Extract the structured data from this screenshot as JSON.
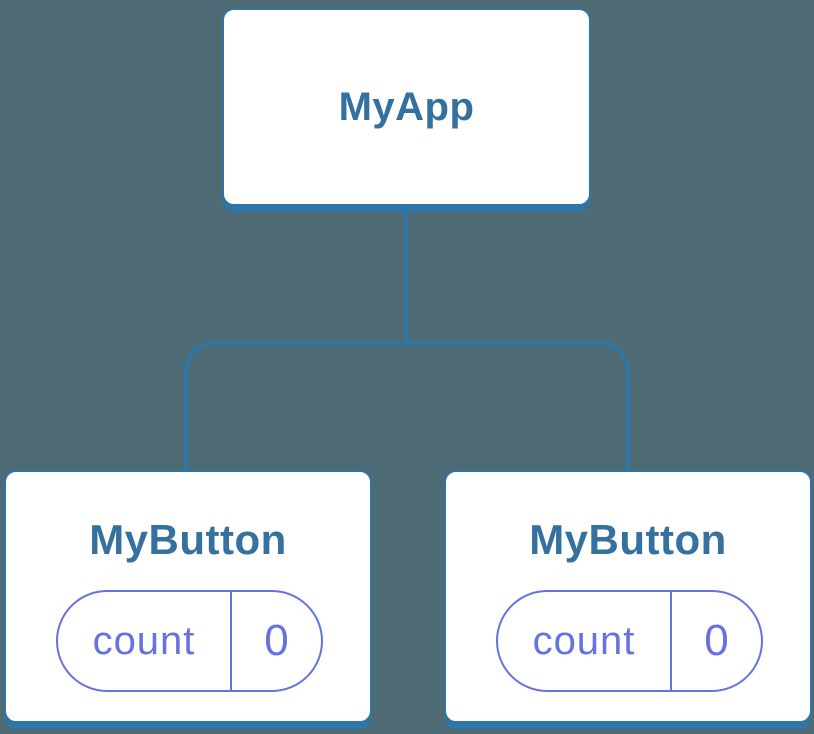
{
  "palette": {
    "background": "#4d6a75",
    "node_fill": "#ffffff",
    "node_border": "#2f75a7",
    "connector": "#2f75a7",
    "node_label": "#35719e",
    "state_accent": "#6672e0"
  },
  "tree": {
    "root": {
      "label": "MyApp"
    },
    "children": [
      {
        "label": "MyButton",
        "state": {
          "key": "count",
          "value": "0"
        }
      },
      {
        "label": "MyButton",
        "state": {
          "key": "count",
          "value": "0"
        }
      }
    ]
  }
}
